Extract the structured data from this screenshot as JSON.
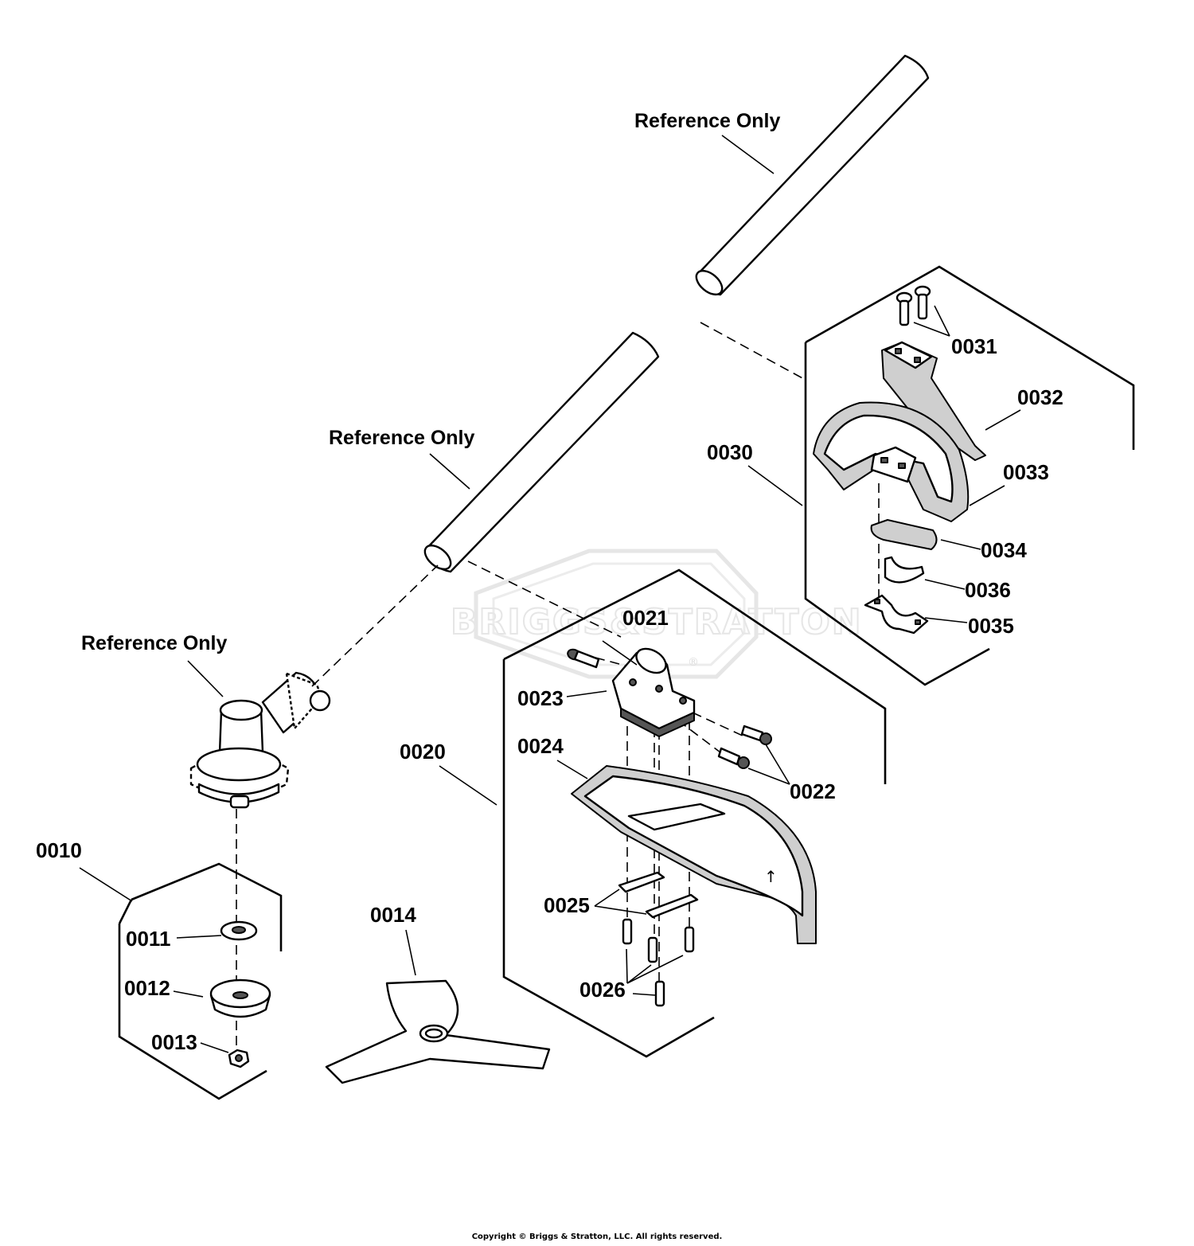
{
  "watermark": {
    "text": "BRIGGS&STRATTON",
    "mark": "®",
    "color": "#e6e6e6"
  },
  "reference_labels": [
    "Reference Only",
    "Reference Only",
    "Reference Only"
  ],
  "part_labels": {
    "p0010": "0010",
    "p0011": "0011",
    "p0012": "0012",
    "p0013": "0013",
    "p0014": "0014",
    "p0020": "0020",
    "p0021": "0021",
    "p0022": "0022",
    "p0023": "0023",
    "p0024": "0024",
    "p0025": "0025",
    "p0026": "0026",
    "p0030": "0030",
    "p0031": "0031",
    "p0032": "0032",
    "p0033": "0033",
    "p0034": "0034",
    "p0035": "0035",
    "p0036": "0036"
  },
  "copyright": "Copyright © Briggs & Stratton, LLC. All rights reserved."
}
